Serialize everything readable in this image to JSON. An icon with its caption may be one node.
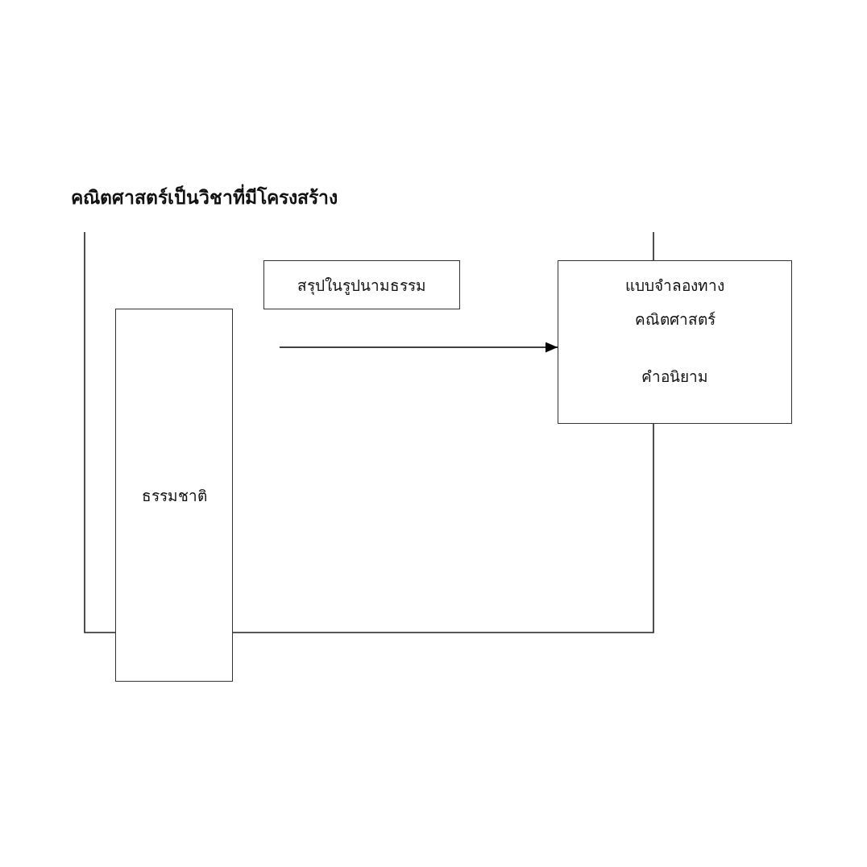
{
  "diagram": {
    "title": "คณิตศาสตร์เป็นวิชาที่มีโครงสร้าง",
    "nodes": [
      {
        "text": [
          "สรุปในรูปนามธรรม"
        ]
      },
      {
        "text": [
          "แบบจำลองทางคณิตศาสตร์",
          "คำอนิยาม"
        ]
      },
      {
        "text": [
          "ธรรมชาติ"
        ]
      }
    ],
    "edges": [
      {
        "from": null,
        "to": 1,
        "arrow": "to"
      }
    ]
  }
}
